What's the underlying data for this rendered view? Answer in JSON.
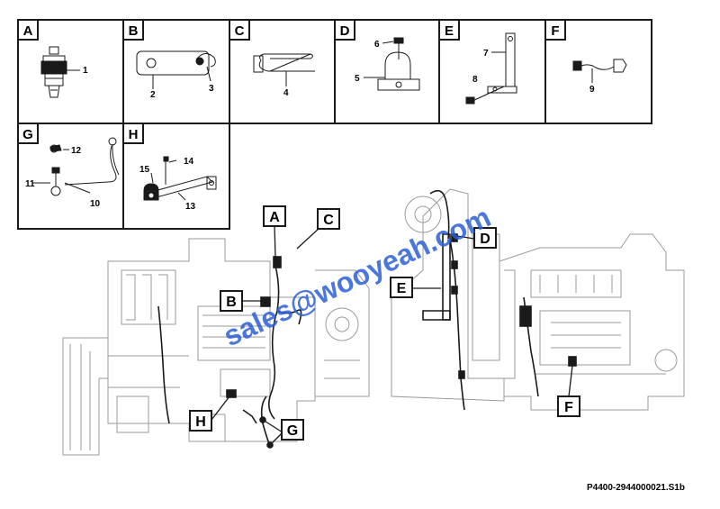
{
  "panels": [
    {
      "letter": "A",
      "items": [
        "1"
      ]
    },
    {
      "letter": "B",
      "items": [
        "2",
        "3"
      ]
    },
    {
      "letter": "C",
      "items": [
        "4"
      ]
    },
    {
      "letter": "D",
      "items": [
        "5",
        "6"
      ]
    },
    {
      "letter": "E",
      "items": [
        "7",
        "8"
      ]
    },
    {
      "letter": "F",
      "items": [
        "9"
      ]
    },
    {
      "letter": "G",
      "items": [
        "10",
        "11",
        "12"
      ]
    },
    {
      "letter": "H",
      "items": [
        "13",
        "14",
        "15"
      ]
    }
  ],
  "callouts": {
    "left_engine": [
      "A",
      "B",
      "C",
      "G",
      "H"
    ],
    "right_engine": [
      "D",
      "E",
      "F"
    ]
  },
  "watermark": "sales@wooyeah.com",
  "drawing_ref": "P4400-2944000021.S1b",
  "colors": {
    "line": "#1a1a1a",
    "faint": "#9a9a9a",
    "watermark": "#2c5fd6"
  }
}
